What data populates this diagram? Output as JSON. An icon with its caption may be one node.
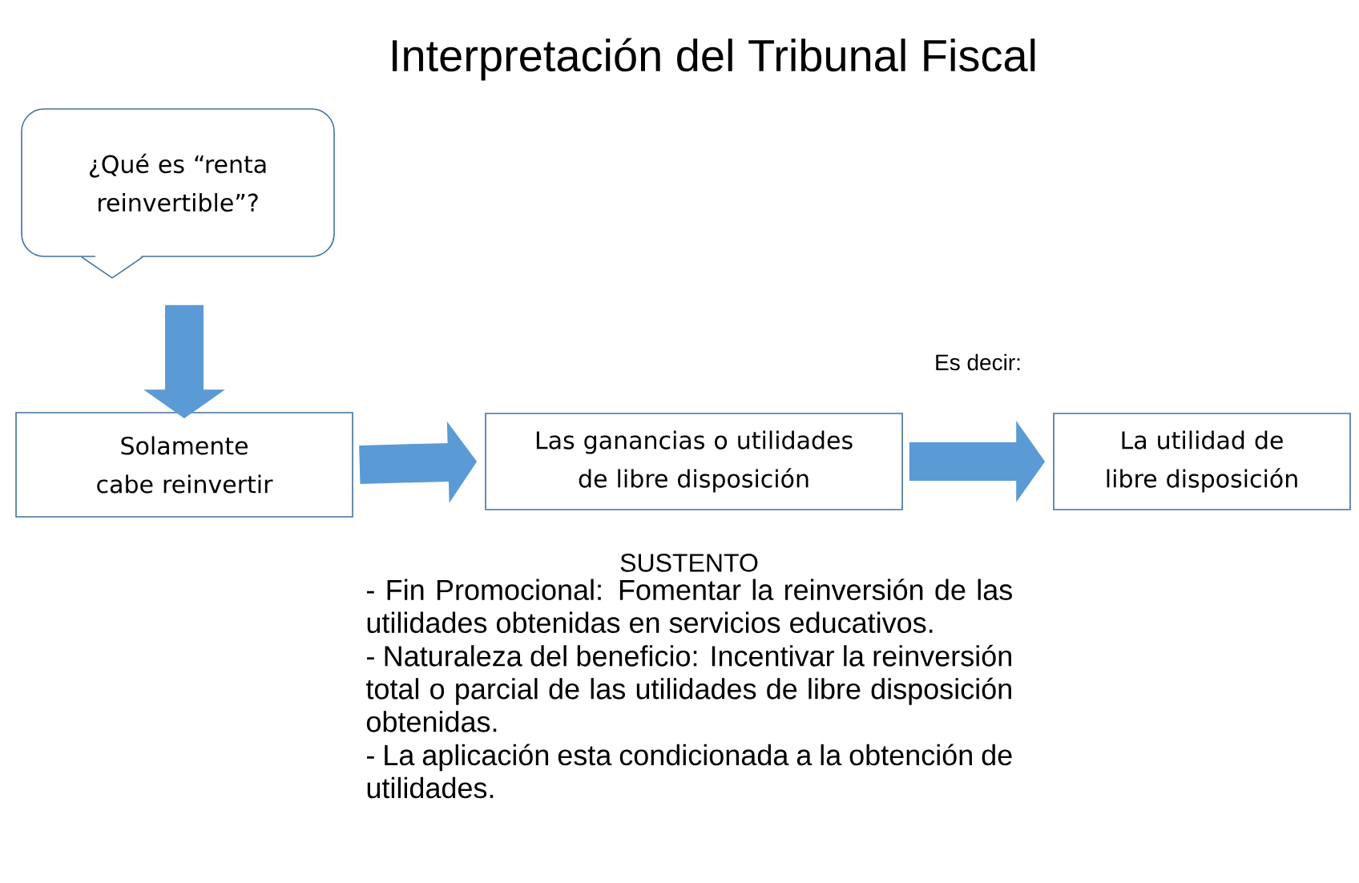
{
  "diagram": {
    "title": "Interpretación del Tribunal Fiscal",
    "nodes": [
      {
        "text": [
          "¿Qué es “renta reinvertible”?"
        ]
      },
      {
        "text": [
          "Solamente cabe reinvertir"
        ]
      },
      {
        "text": [
          "Las ganancias o utilidades de libre disposición"
        ]
      },
      {
        "text": [
          "La utilidad de libre disposición"
        ]
      }
    ],
    "edges": [
      {
        "from": 0,
        "to": 1,
        "arrow": "to"
      },
      {
        "from": 1,
        "to": 2,
        "arrow": "to"
      },
      {
        "from": 2,
        "to": 3,
        "arrow": "to",
        "label": "Es decir:"
      }
    ],
    "labels": [
      "SUSTENTO",
      "- Fin Promocional: Fomentar la reinversión de las utilidades obtenidas en servicios educativos.",
      "- Naturaleza del beneficio: Incentivar la reinversión total o parcial de las utilidades de libre disposición obtenidas.",
      "- La aplicación esta condicionada a la obtención de utilidades."
    ]
  }
}
